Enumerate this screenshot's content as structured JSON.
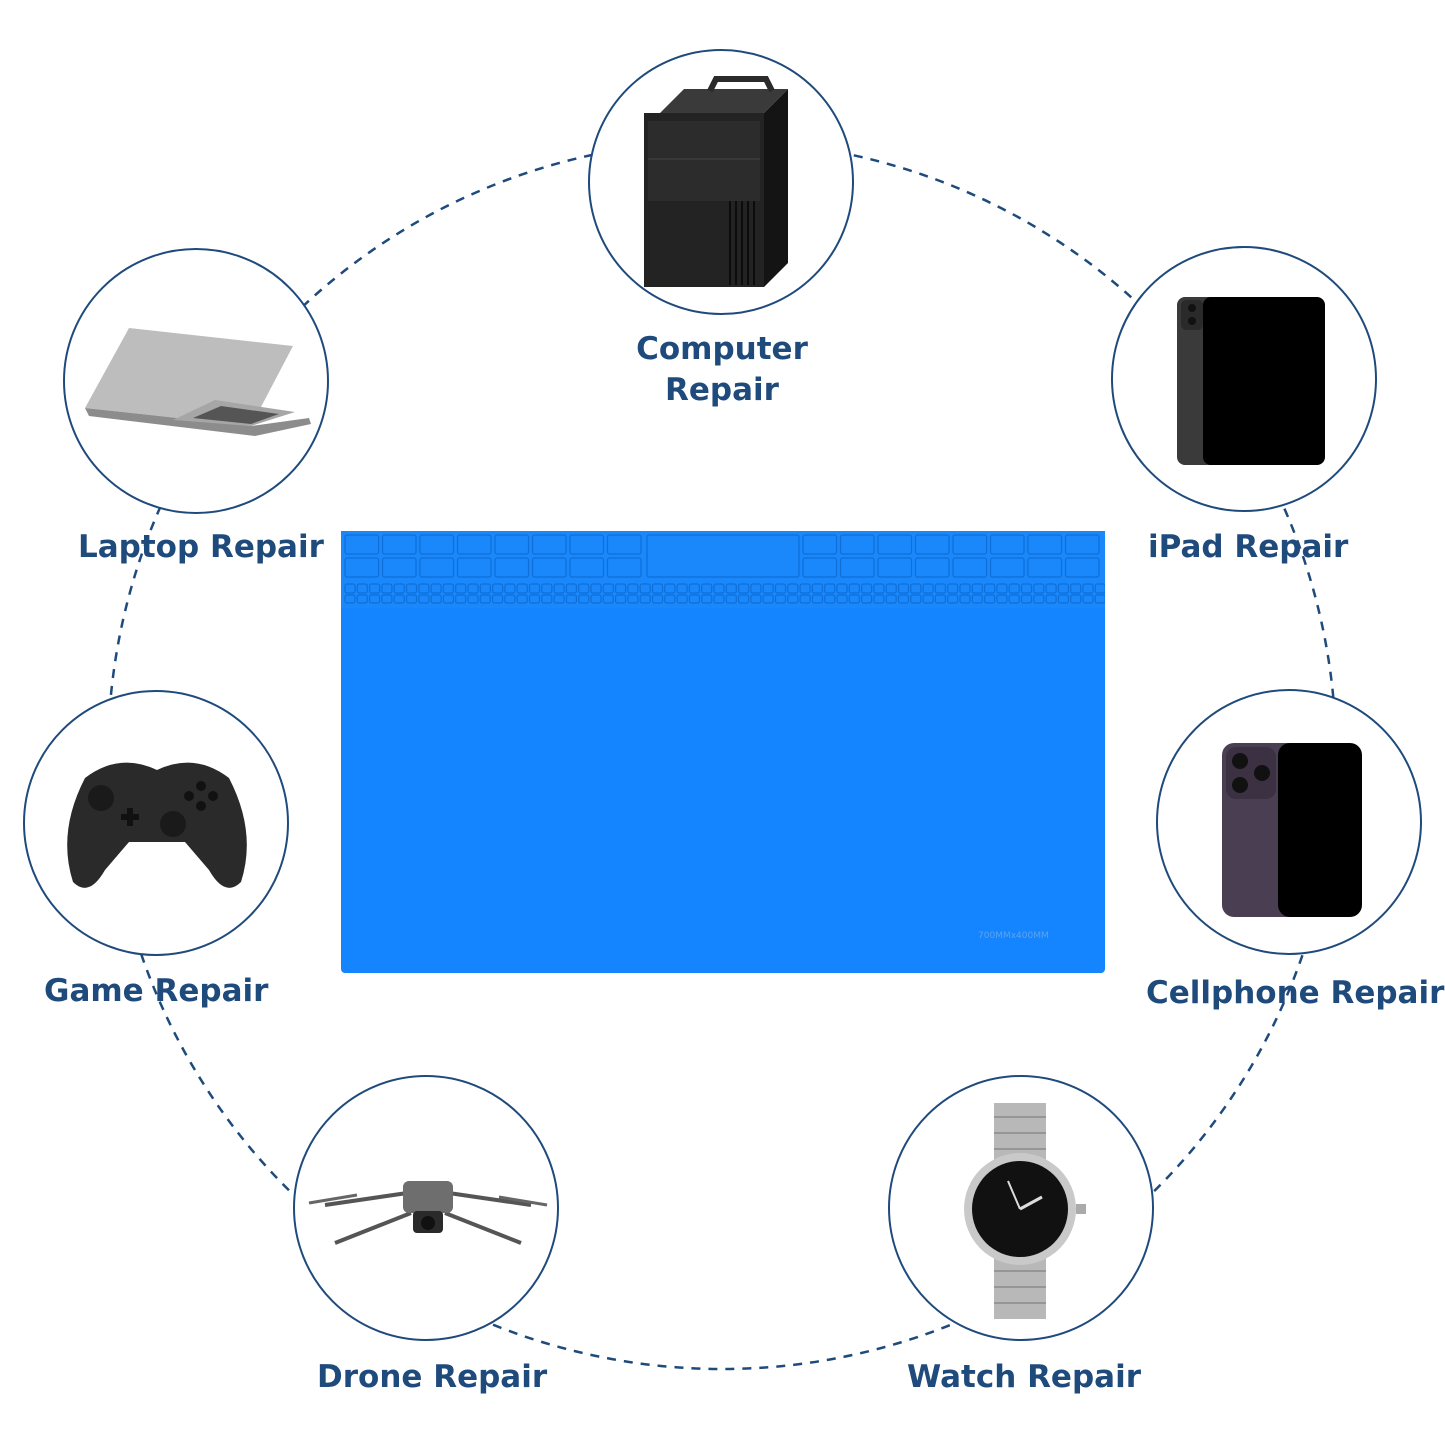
{
  "colors": {
    "accent": "#1f4a7c",
    "mat_blue": "#1585ff",
    "mat_grid": "#0f74e6",
    "background": "#ffffff"
  },
  "center": {
    "product": "silicone-repair-mat-icon",
    "size_text": "700MMx400MM"
  },
  "items": [
    {
      "id": "computer",
      "label_line1": "Computer",
      "label_line2": "Repair",
      "icon": "computer-tower-icon"
    },
    {
      "id": "laptop",
      "label": "Laptop Repair",
      "icon": "laptop-icon"
    },
    {
      "id": "ipad",
      "label": "iPad Repair",
      "icon": "tablet-icon"
    },
    {
      "id": "game",
      "label": "Game Repair",
      "icon": "game-controller-icon"
    },
    {
      "id": "cellphone",
      "label": "Cellphone Repair",
      "icon": "smartphone-icon"
    },
    {
      "id": "drone",
      "label": "Drone Repair",
      "icon": "drone-icon"
    },
    {
      "id": "watch",
      "label": "Watch Repair",
      "icon": "wristwatch-icon"
    }
  ]
}
